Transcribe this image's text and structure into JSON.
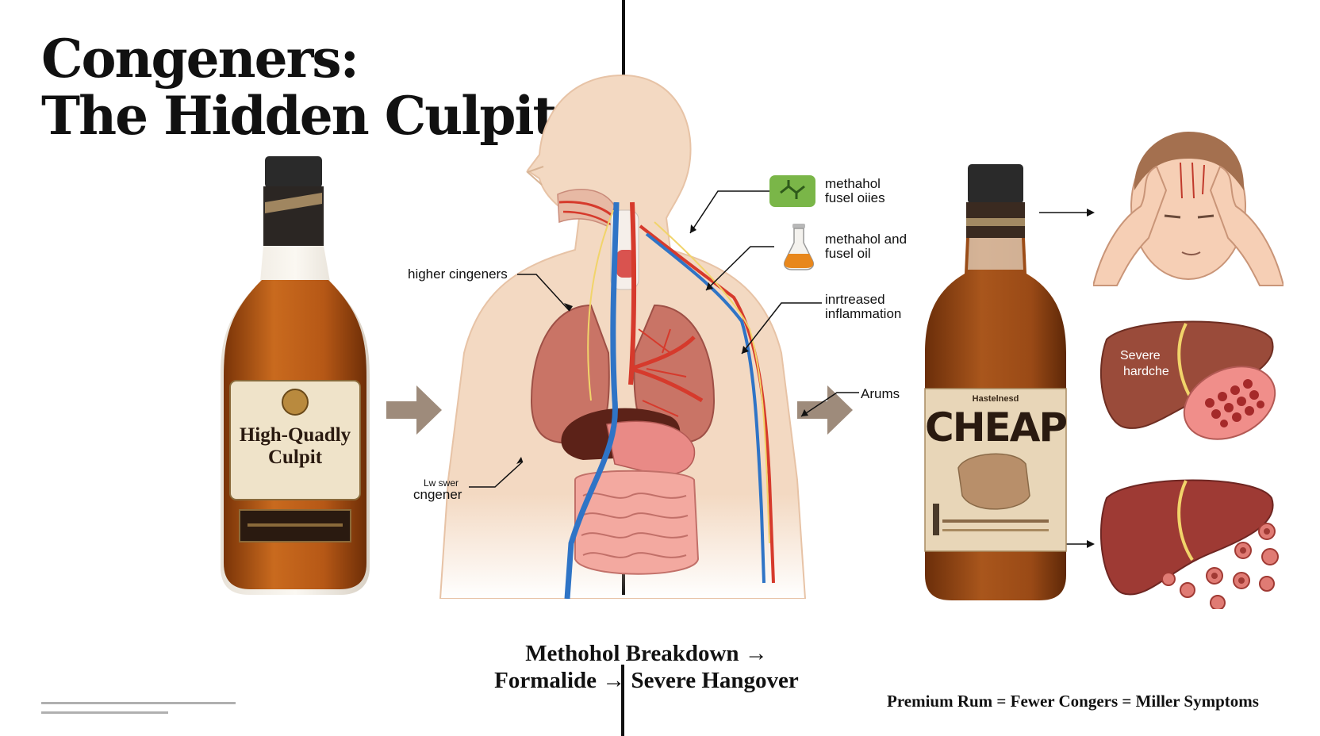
{
  "title": {
    "line1": "Congeners:",
    "line2": "The Hidden Culpit"
  },
  "premium_bottle": {
    "label_main": "High-Quadly",
    "label_sub": "Culpit"
  },
  "cheap_bottle": {
    "label_main": "CHEAP",
    "label_small": "Hastelnesd"
  },
  "annotations": {
    "higher_congeners": "higher cingeners",
    "lower_congener_1": "Lw swer",
    "lower_congener_2": "cngener",
    "methanol_fusel_1": "methahol",
    "methanol_fusel_2": "fusel oiies",
    "methanol_oil_1": "methahol and",
    "methanol_oil_2": "fusel oil",
    "inflammation_1": "inrtreased",
    "inflammation_2": "inflammation",
    "arums": "Arums",
    "severe_headache_1": "Severe",
    "severe_headache_2": "hardche"
  },
  "caption": {
    "line1": "Methohol Breakdown →",
    "line2": "Formalide → Severe Hangover"
  },
  "footer": "Premium Rum = Fewer Congers = Miller Symptoms",
  "colors": {
    "amber": "#b85a17",
    "artery": "#d63a2c",
    "vein": "#2f74c6",
    "skin": "#f3d9c2",
    "arrow": "#9e8b7b"
  }
}
